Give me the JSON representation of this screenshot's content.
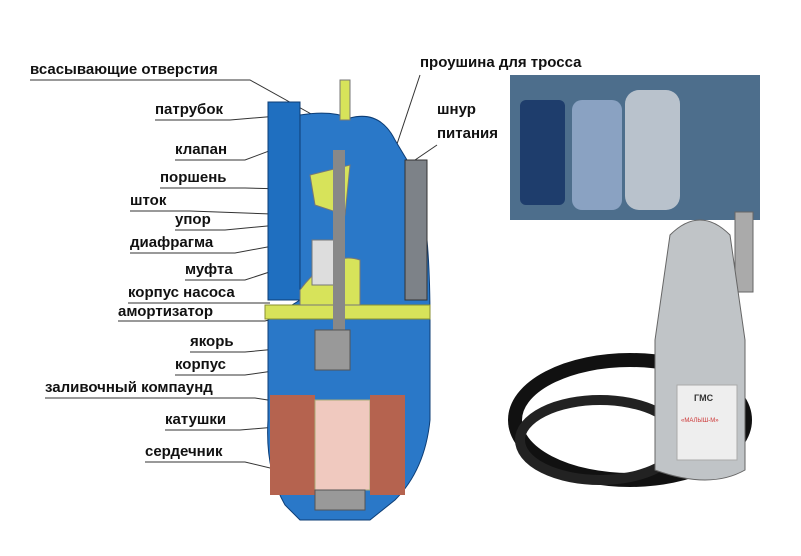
{
  "labels_left": [
    {
      "id": "suction-holes",
      "text": "всасывающие отверстия"
    },
    {
      "id": "nozzle",
      "text": "патрубок"
    },
    {
      "id": "valve",
      "text": "клапан"
    },
    {
      "id": "piston",
      "text": "поршень"
    },
    {
      "id": "rod",
      "text": "шток"
    },
    {
      "id": "stop",
      "text": "упор"
    },
    {
      "id": "diaphragm",
      "text": "диафрагма"
    },
    {
      "id": "coupling",
      "text": "муфта"
    },
    {
      "id": "pump-housing",
      "text": "корпус насоса"
    },
    {
      "id": "damper",
      "text": "амортизатор"
    },
    {
      "id": "anchor",
      "text": "якорь"
    },
    {
      "id": "housing",
      "text": "корпус"
    },
    {
      "id": "potting-compound",
      "text": "заливочный компаунд"
    },
    {
      "id": "coils",
      "text": "катушки"
    },
    {
      "id": "core",
      "text": "сердечник"
    }
  ],
  "labels_right": {
    "cable_eye": "проушина для тросса",
    "power_cord_1": "шнур",
    "power_cord_2": "питания"
  },
  "product_label": {
    "brand": "ГМС",
    "model": "«МАЛЫШ-М»"
  },
  "colors": {
    "body": "#1f6fc0",
    "accent": "#d7e35a",
    "coil": "#b5634f"
  }
}
